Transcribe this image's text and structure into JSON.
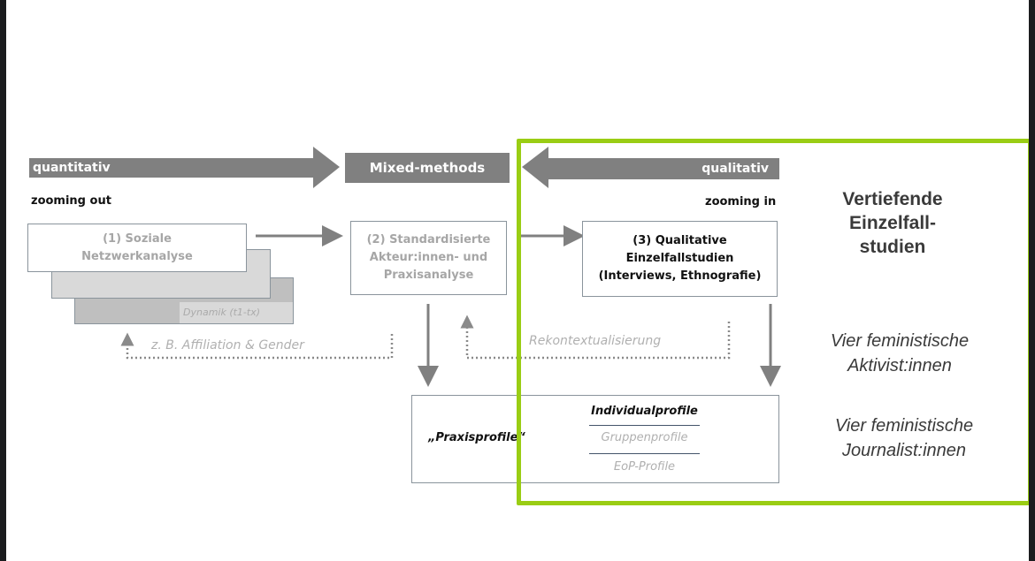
{
  "flow": {
    "left_band": {
      "label": "quantitativ",
      "sublabel": "zooming out"
    },
    "center_band": {
      "label": "Mixed-methods"
    },
    "right_band": {
      "label": "qualitativ",
      "sublabel": "zooming in"
    }
  },
  "stages": {
    "stage1": {
      "line1": "(1) Soziale",
      "line2": "Netzwerkanalyse",
      "dynamics_label": "Dynamik (t1-tx)"
    },
    "stage2": {
      "line1": "(2) Standardisierte",
      "line2": "Akteur:innen-  und",
      "line3": "Praxisanalyse"
    },
    "stage3": {
      "line1": "(3) Qualitative",
      "line2": "Einzelfallstudien",
      "line3": "(Interviews, Ethnografie)"
    }
  },
  "feedback": {
    "left_loop_label": "z. B. Affiliation & Gender",
    "right_loop_label": "Rekontextualisierung"
  },
  "profiles": {
    "title": "„Praxisprofile“",
    "items": [
      {
        "label": "Individualprofile",
        "emphasis": "active"
      },
      {
        "label": "Gruppenprofile",
        "emphasis": "muted"
      },
      {
        "label": "EoP-Profile",
        "emphasis": "muted"
      }
    ]
  },
  "highlight": {
    "color": "#9acd14",
    "heading_line1": "Vertiefende",
    "heading_line2": "Einzelfall-",
    "heading_line3": "studien",
    "group1_line1": "Vier feministische",
    "group1_line2": "Aktivist:innen",
    "group2_line1": "Vier feministische",
    "group2_line2": "Journalist:innen"
  }
}
